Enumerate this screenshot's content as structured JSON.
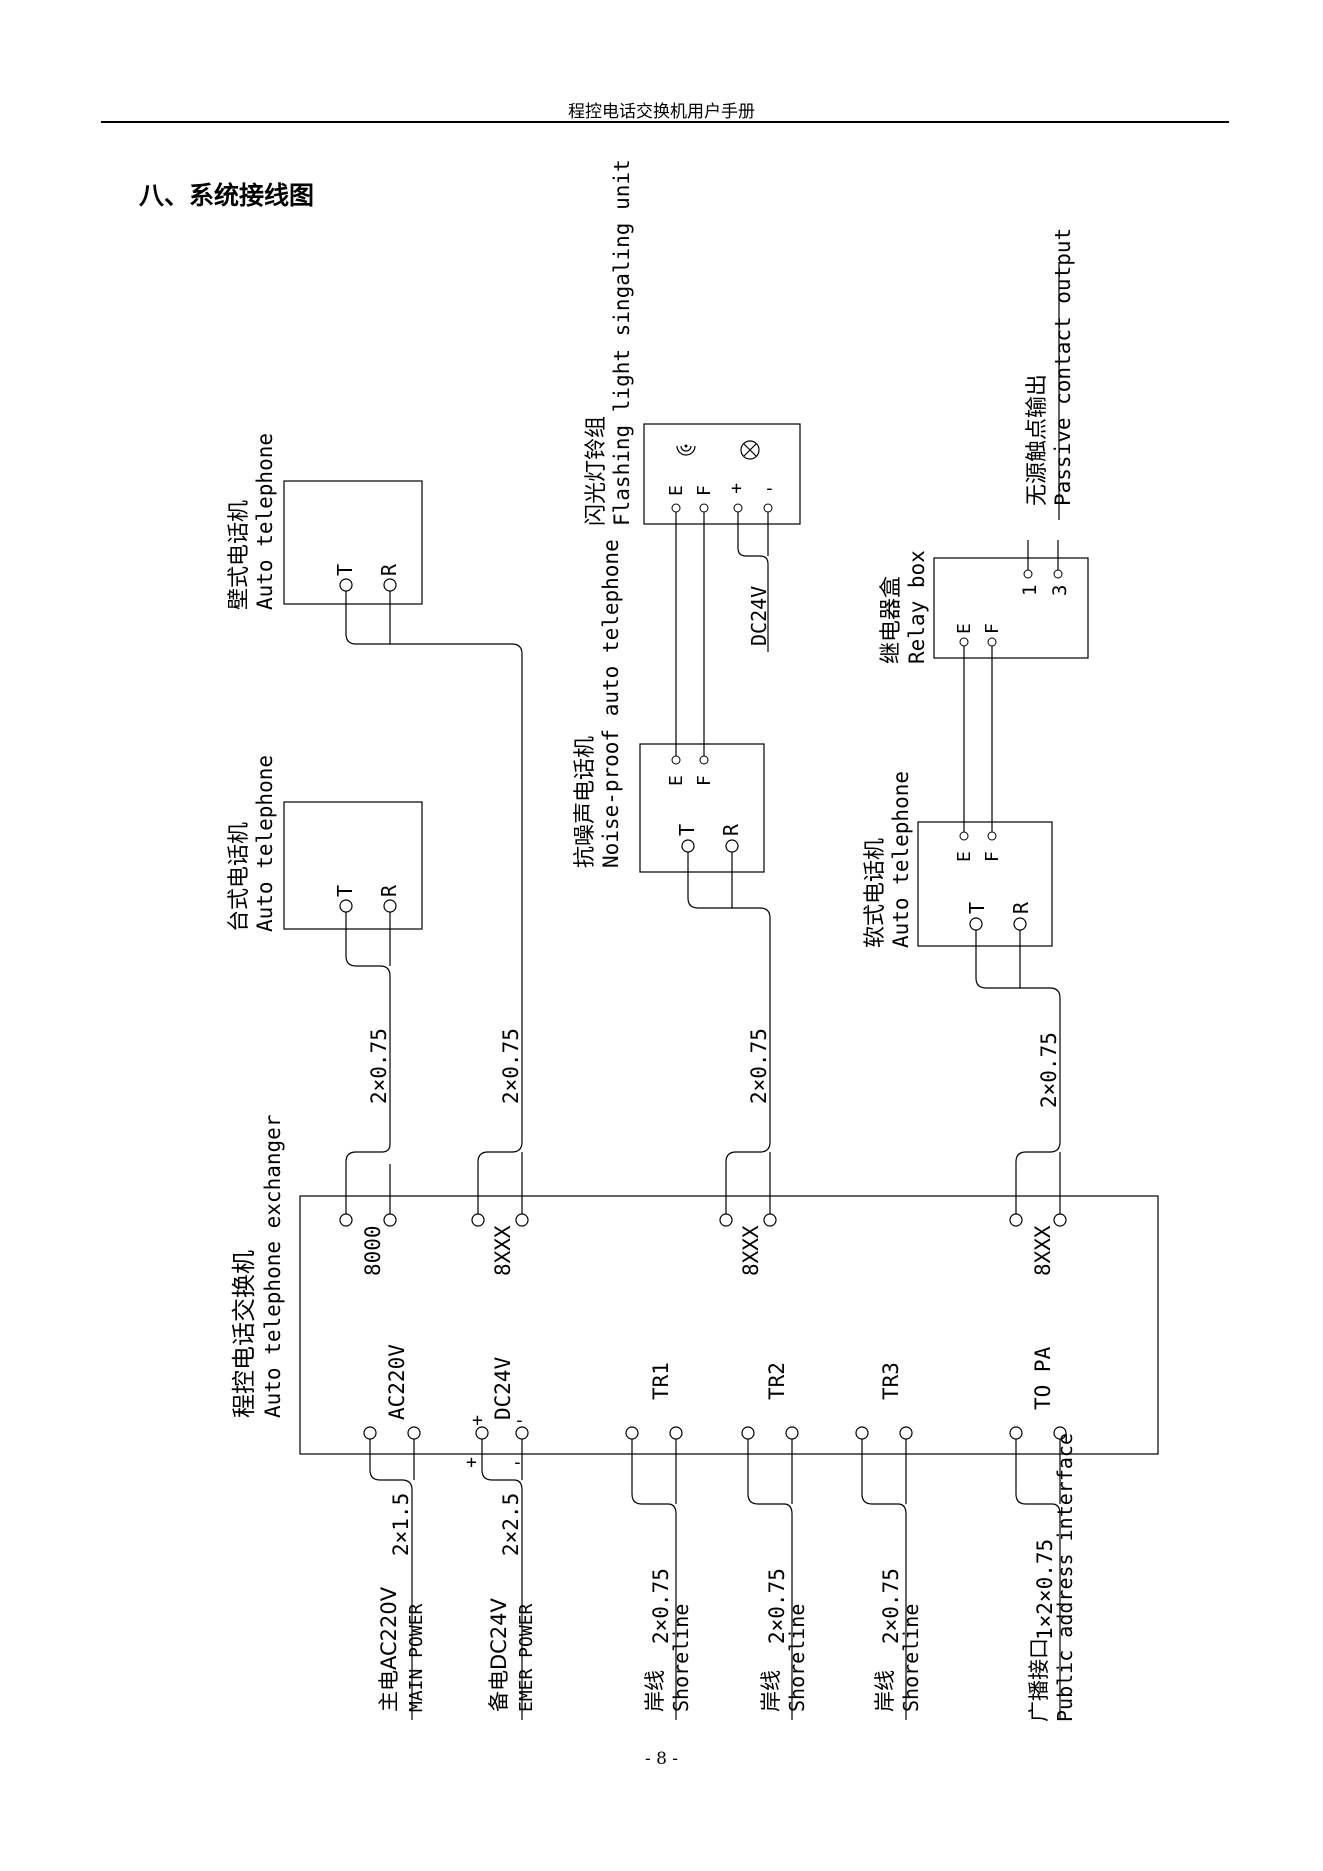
{
  "header": {
    "title": "程控电话交换机用户手册"
  },
  "section_title": "八、系统接线图",
  "page_number": "- 8 -",
  "diagram": {
    "exchanger": {
      "name_cn": "程控电话交换机",
      "name_en": "Auto telephone  exchanger"
    },
    "ports": {
      "p8000": "8000",
      "p8xxx": "8XXX",
      "ac220": "AC220V",
      "dc24": "DC24V",
      "tr1": "TR1",
      "tr2": "TR2",
      "tr3": "TR3",
      "topa": "TO PA"
    },
    "cable": {
      "c075": "2×0.75",
      "c15": "2×1.5",
      "c25": "2×2.5",
      "pa": "1×2×0.75"
    },
    "devices": {
      "wall_phone": {
        "cn": "壁式电话机",
        "en": "Auto telephone"
      },
      "desk_phone": {
        "cn": "台式电话机",
        "en": "Auto telephone"
      },
      "noise_proof": {
        "cn": "抗噪声电话机",
        "en": "Noise-proof auto telephone"
      },
      "flash_unit": {
        "cn": "闪光灯铃组",
        "en": "Flashing light singaling unit"
      },
      "relay_box": {
        "cn": "继电器盒",
        "en": "Relay box"
      },
      "passive_out": {
        "cn": "无源触点输出",
        "en": "Passive contact output"
      },
      "soft_phone": {
        "cn": "软式电话机",
        "en": "Auto telephone"
      }
    },
    "pins": {
      "t": "T",
      "r": "R",
      "e": "E",
      "f": "F",
      "plus": "+",
      "minus": "-",
      "one": "1",
      "three": "3"
    },
    "dc24v_label": "DC24V",
    "power": {
      "main_cn": "主电AC220V",
      "main_en": "MAIN POWER",
      "emer_cn": "备电DC24V",
      "emer_en": "EMER POWER"
    },
    "shoreline": {
      "cn": "岸线",
      "en": "Shoreline"
    },
    "pa": {
      "cn": "广播接口",
      "en": "Public address interface"
    }
  }
}
